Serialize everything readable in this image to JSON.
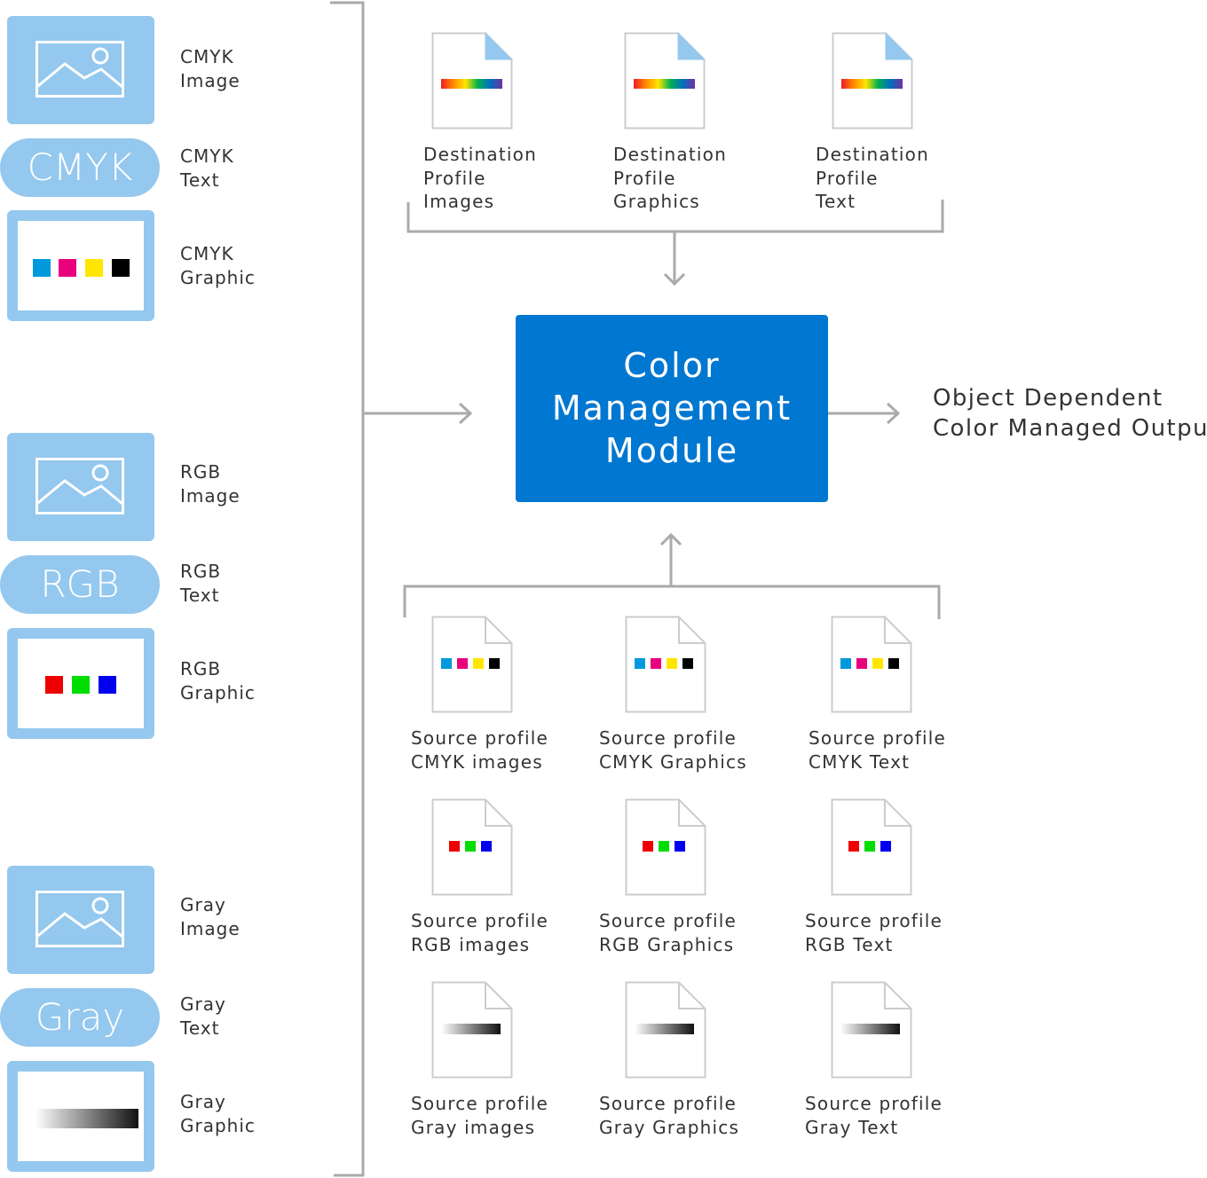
{
  "inputs": {
    "cmyk": {
      "pill_text": "CMYK",
      "image_label": [
        "CMYK",
        "Image"
      ],
      "text_label": [
        "CMYK",
        "Text"
      ],
      "graphic_label": [
        "CMYK",
        "Graphic"
      ],
      "swatches": [
        "#0099dd",
        "#e8007d",
        "#ffe600",
        "#000000"
      ]
    },
    "rgb": {
      "pill_text": "RGB",
      "image_label": [
        "RGB",
        "Image"
      ],
      "text_label": [
        "RGB",
        "Text"
      ],
      "graphic_label": [
        "RGB",
        "Graphic"
      ],
      "swatches": [
        "#ee0000",
        "#00dd00",
        "#0000ee"
      ]
    },
    "gray": {
      "pill_text": "Gray",
      "image_label": [
        "Gray",
        "Image"
      ],
      "text_label": [
        "Gray",
        "Text"
      ],
      "graphic_label": [
        "Gray",
        "Graphic"
      ]
    }
  },
  "destination_profiles": [
    {
      "lines": [
        "Destination",
        "Profile",
        "Images"
      ]
    },
    {
      "lines": [
        "Destination",
        "Profile",
        "Graphics"
      ]
    },
    {
      "lines": [
        "Destination",
        "Profile",
        "Text"
      ]
    }
  ],
  "cmm": {
    "lines": [
      "Color",
      "Management",
      "Module"
    ]
  },
  "output": {
    "lines": [
      "Object Dependent",
      "Color Managed Output"
    ]
  },
  "source_profiles": [
    {
      "lines": [
        "Source profile",
        "CMYK images"
      ]
    },
    {
      "lines": [
        "Source profile",
        "CMYK Graphics"
      ]
    },
    {
      "lines": [
        "Source profile",
        "CMYK Text"
      ]
    },
    {
      "lines": [
        "Source profile",
        "RGB images"
      ]
    },
    {
      "lines": [
        "Source profile",
        "RGB Graphics"
      ]
    },
    {
      "lines": [
        "Source profile",
        "RGB Text"
      ]
    },
    {
      "lines": [
        "Source profile",
        "Gray images"
      ]
    },
    {
      "lines": [
        "Source profile",
        "Gray Graphics"
      ]
    },
    {
      "lines": [
        "Source profile",
        "Gray Text"
      ]
    }
  ],
  "colors": {
    "icon_fill": "#94c8ee",
    "cmm_fill": "#0077d0",
    "connector": "#aaaaaa"
  }
}
